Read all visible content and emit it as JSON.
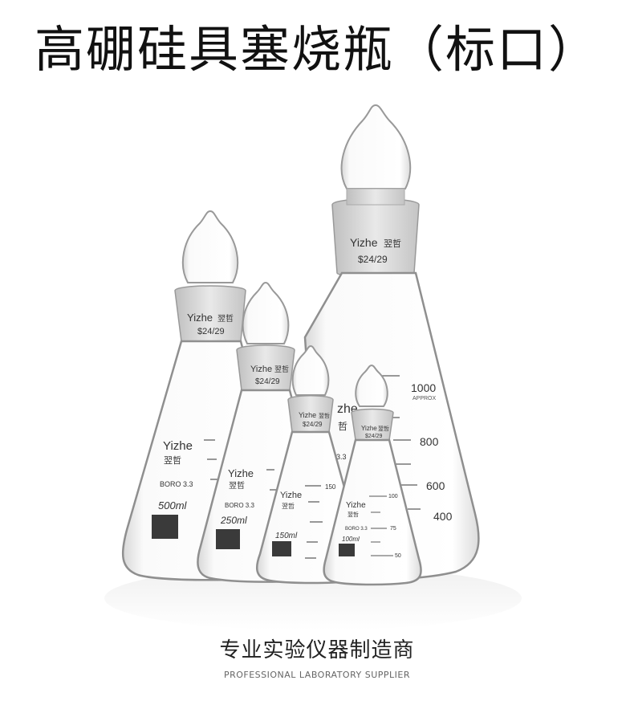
{
  "title": "高硼硅具塞烧瓶（标口）",
  "footer": {
    "tagline_cn": "专业实验仪器制造商",
    "tagline_en": "PROFESSIONAL LABORATORY SUPPLIER"
  },
  "flasks": [
    {
      "id": "1000ml",
      "brand": "Yizhe",
      "brand_cn": "翌哲",
      "joint": "$24/29",
      "scale": [
        "1000",
        "APPROX",
        "800",
        "600",
        "400"
      ],
      "partial_text": [
        "zhe",
        "哲",
        "3.3"
      ]
    },
    {
      "id": "500ml",
      "brand": "Yizhe",
      "brand_cn": "翌哲",
      "joint": "$24/29",
      "boro": "BORO 3.3",
      "capacity": "500ml"
    },
    {
      "id": "250ml",
      "brand": "Yizhe",
      "brand_cn": "翌哲",
      "joint": "$24/29",
      "boro": "BORO 3.3",
      "capacity": "250ml"
    },
    {
      "id": "150ml",
      "brand": "Yizhe",
      "brand_cn": "翌哲",
      "joint": "$24/29",
      "capacity": "150ml",
      "scale": [
        "150"
      ]
    },
    {
      "id": "100ml",
      "brand": "Yizhe",
      "brand_cn": "翌哲",
      "joint": "$24/29",
      "boro": "BORO 3.3",
      "capacity": "100ml",
      "scale": [
        "100",
        "75",
        "50"
      ]
    }
  ]
}
